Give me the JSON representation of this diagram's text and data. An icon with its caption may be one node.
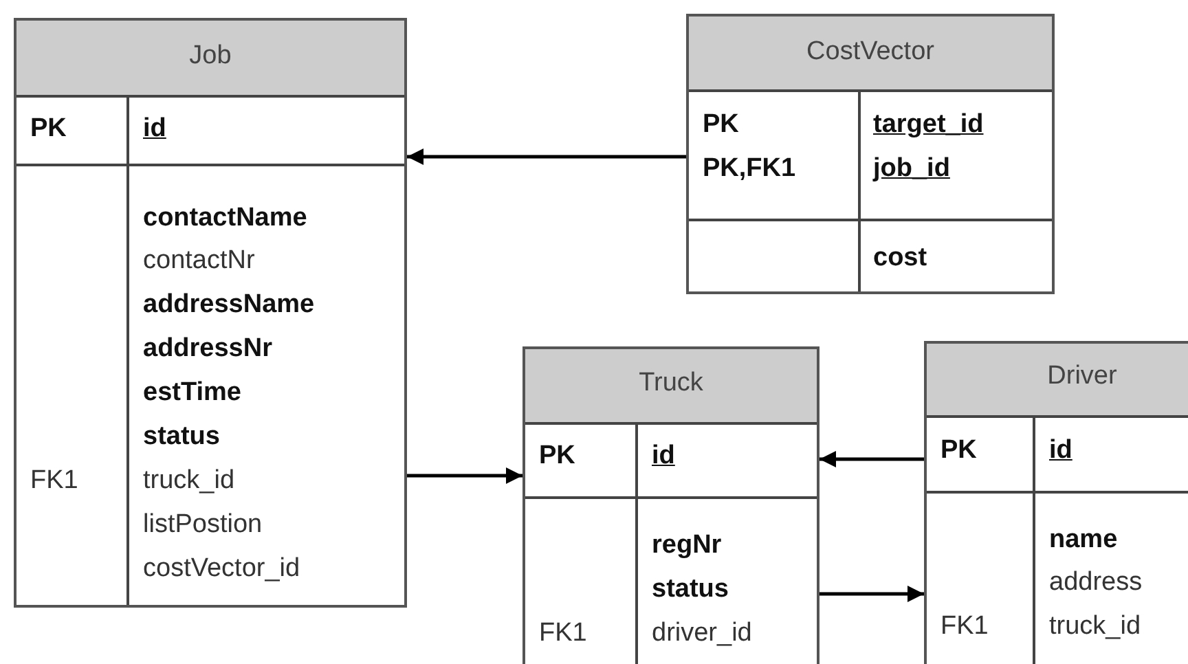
{
  "diagram": {
    "nodes": [
      {
        "text": [
          "Job",
          "PK",
          "id",
          "contactName",
          "contactNr",
          "addressName",
          "addressNr",
          "estTime",
          "status",
          "FK1",
          "truck_id",
          "listPostion",
          "costVector_id"
        ]
      },
      {
        "text": [
          "CostVector",
          "PK",
          "target_id",
          "PK,FK1",
          "job_id",
          "cost"
        ]
      },
      {
        "text": [
          "Truck",
          "PK",
          "id",
          "regNr",
          "status",
          "FK1",
          "driver_id"
        ]
      },
      {
        "text": [
          "Driver",
          "PK",
          "id",
          "name",
          "address",
          "FK1",
          "truck_id"
        ]
      }
    ],
    "edges": [
      {
        "from": 1,
        "to": 0,
        "arrow": "to"
      },
      {
        "from": 0,
        "to": 2,
        "arrow": "to"
      },
      {
        "from": 3,
        "to": 2,
        "arrow": "to"
      },
      {
        "from": 2,
        "to": 3,
        "arrow": "to"
      }
    ]
  }
}
